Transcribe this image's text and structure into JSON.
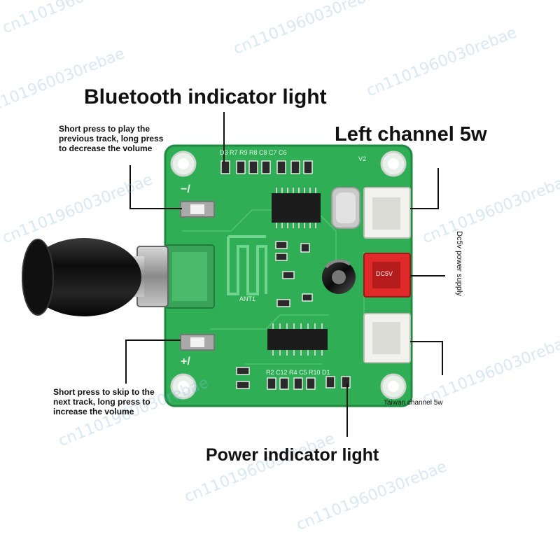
{
  "labels": {
    "bluetooth": "Bluetooth indicator light",
    "left_channel": "Left channel 5w",
    "prev_track": "Short press to play the previous track, long press to decrease the volume",
    "next_track": "Short press to skip to the next track, long press to increase the volume",
    "dc_power": "Dc5v power supply",
    "right_channel": "Taiwan channel 5w",
    "power_indicator": "Power indicator light"
  },
  "board_silkscreen": {
    "top_parts": "D3  R7 R9 R8  C8  C7  C6",
    "version": "V2",
    "minus_key": "−/",
    "plus_key": "+/",
    "antenna": "ANT1",
    "dc_port": "DC5V",
    "bottom_parts": "R2  C12  R4  C5  R10  D1"
  },
  "watermark_text": "cn1101960030rebae",
  "colors": {
    "board": "#2fae55",
    "board_dark": "#1f8a40",
    "knob": "#161616",
    "dc_connector": "#e02a2a",
    "jst_connector": "#f1f1ee",
    "chip": "#1c1c1c"
  }
}
